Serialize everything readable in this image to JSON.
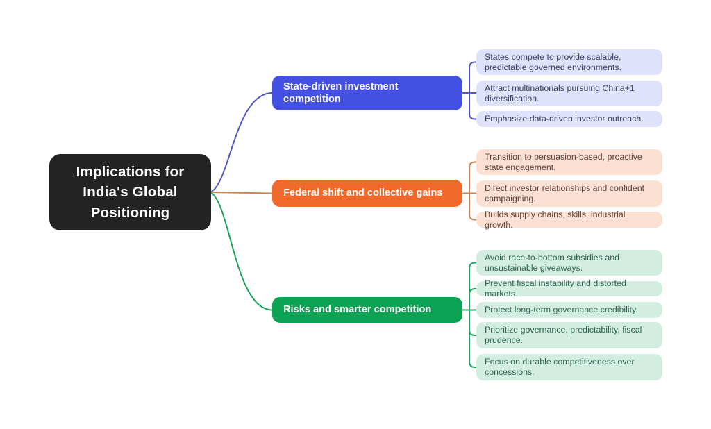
{
  "canvas": {
    "background": "#ffffff"
  },
  "root": {
    "label": "Implications for\nIndia's Global\nPositioning",
    "bg": "#232323",
    "text_color": "#ffffff"
  },
  "branches": [
    {
      "label": "State-driven investment competition",
      "bg": "#4350e2",
      "text_color": "#ffffff",
      "edge_color": "#4f57c4",
      "leaf_bg": "#dfe2fa",
      "leaf_text_color": "#3a3f63",
      "leaves": [
        "States compete to provide scalable, predictable governed environments.",
        "Attract multinationals pursuing China+1 diversification.",
        "Emphasize data-driven investor outreach."
      ]
    },
    {
      "label": "Federal shift and collective gains",
      "bg": "#f0692a",
      "text_color": "#ffffff",
      "edge_color": "#cd8354",
      "leaf_bg": "#fce1d3",
      "leaf_text_color": "#5c4337",
      "leaves": [
        "Transition to persuasion-based, proactive state engagement.",
        "Direct investor relationships and confident campaigning.",
        "Builds supply chains, skills, industrial growth."
      ]
    },
    {
      "label": "Risks and smarter competition",
      "bg": "#0ca354",
      "text_color": "#ffffff",
      "edge_color": "#1ca45f",
      "leaf_bg": "#d3eee0",
      "leaf_text_color": "#2f6450",
      "leaves": [
        "Avoid race-to-bottom subsidies and unsustainable giveaways.",
        "Prevent fiscal instability and distorted markets.",
        "Protect long-term governance credibility.",
        "Prioritize governance, predictability, fiscal prudence.",
        "Focus on durable competitiveness over concessions."
      ]
    }
  ]
}
